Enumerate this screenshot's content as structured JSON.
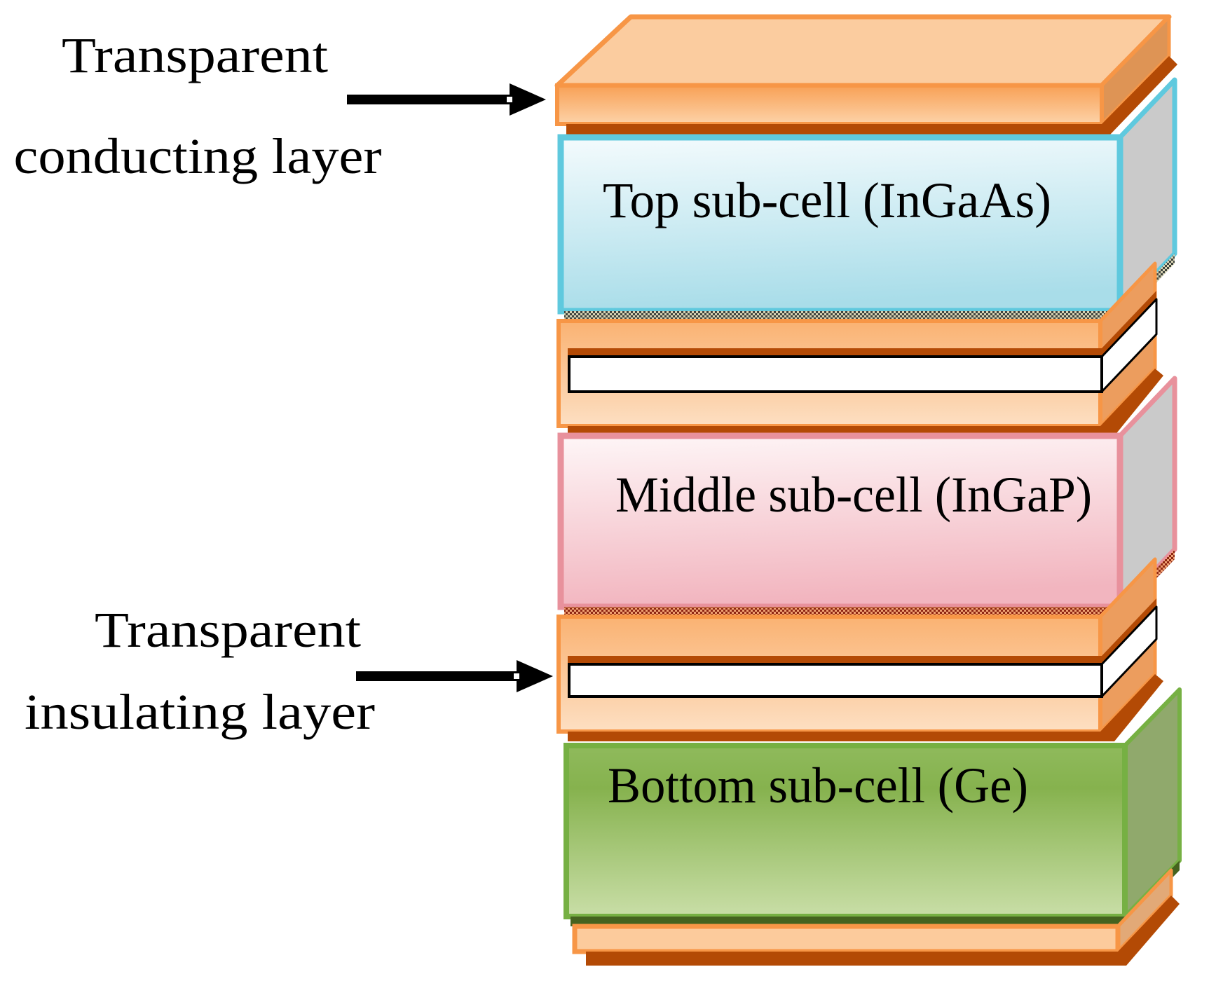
{
  "figure": {
    "type": "solar-cell-layer-stack-diagram",
    "background": "#FFFFFF"
  },
  "annotations": {
    "conducting": {
      "line1": "Transparent",
      "line2": "conducting layer"
    },
    "insulating": {
      "line1": "Transparent",
      "line2": "insulating layer"
    }
  },
  "stack": {
    "top_cell_label": "Top sub-cell (InGaAs)",
    "middle_cell_label": "Middle sub-cell (InGaP)",
    "bottom_cell_label": "Bottom sub-cell (Ge)"
  },
  "colors": {
    "conducting_outline_orange": "#F79646",
    "conducting_top_face": "#FBCC9F",
    "conducting_front_dark": "#F8A055",
    "conducting_front_light": "#FDDFC2",
    "edge_brown": "#B34A05",
    "top_cell_border": "#5FC9DE",
    "top_cell_fill_light": "#F4FBFD",
    "top_cell_fill_dark": "#A9DDE9",
    "middle_cell_border": "#E8919C",
    "middle_cell_fill_light": "#FEF6F7",
    "middle_cell_fill_dark": "#F2B5BF",
    "bottom_cell_border": "#76B043",
    "bottom_cell_fill_dark": "#8FBA5C",
    "bottom_cell_fill_light": "#C9DEA7",
    "bottom_cell_shadow": "#45631F",
    "insulating_layer_fill": "#FFFFFF",
    "side_face_gray": "#CACACA",
    "hatch_dark_olive": "#3F443F",
    "hatch_tan": "#D7D2B2",
    "hatch_dark_red": "#8E2612",
    "hatch_orange": "#EFA173",
    "arrow_color": "#000000",
    "text_color": "#000000"
  }
}
